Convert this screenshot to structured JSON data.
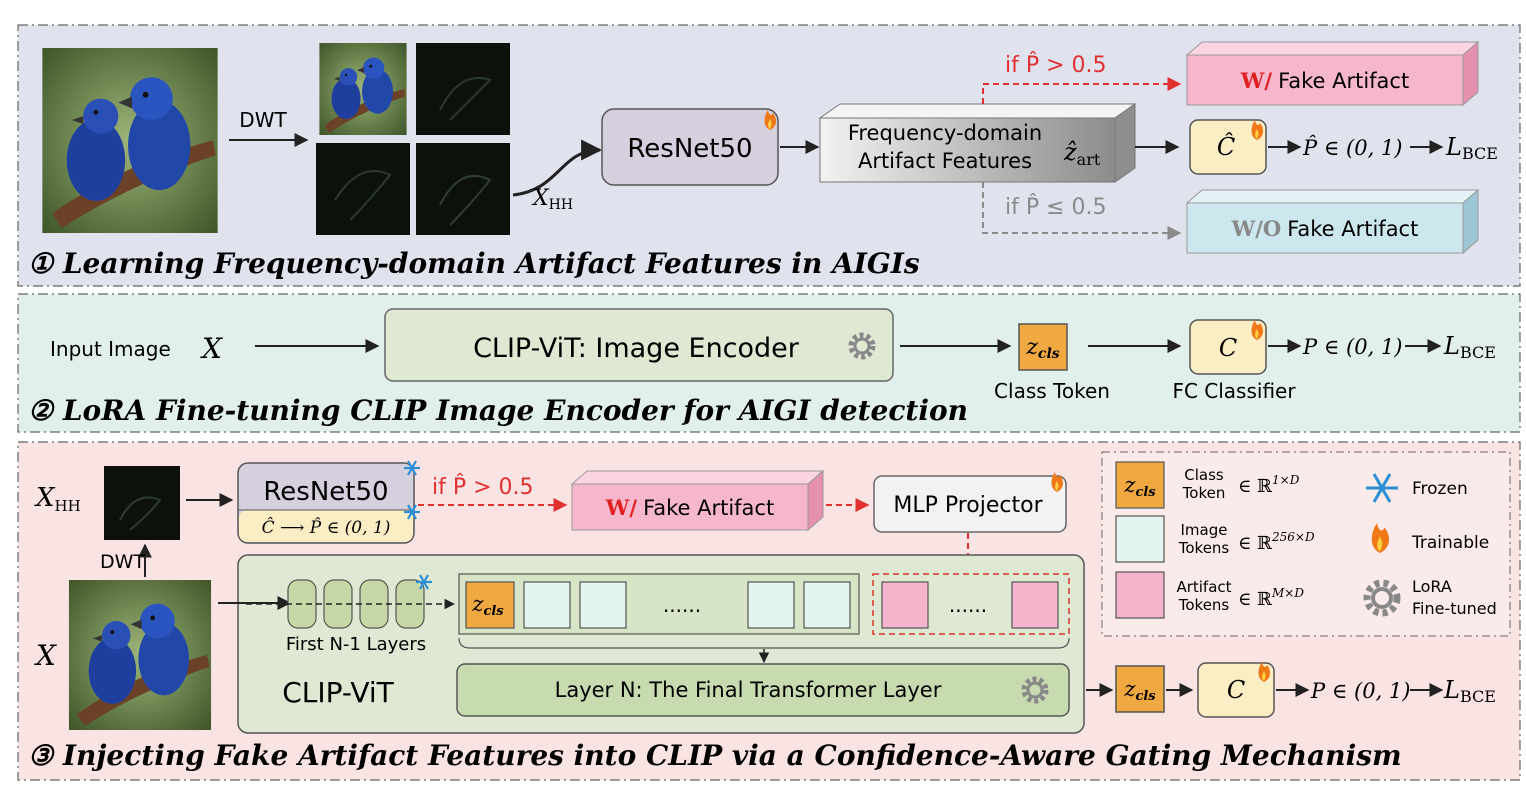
{
  "colors": {
    "panel1_bg": "#e0e2ee",
    "panel2_bg": "#e2f0ec",
    "panel3_bg": "#fae3e3",
    "resnet_fill": "#d6d0de",
    "clip_fill": "#dfe8d2",
    "classifier_fill": "#fbedc4",
    "cls_token_fill": "#f0a840",
    "image_token_fill": "#e2f4ee",
    "artifact_token_fill": "#f4b4cc",
    "fake_box_fill": "#f6b6cc",
    "nofake_box_fill": "#cde7ee",
    "gate_red": "#e03030",
    "gate_gray": "#8a8a8a"
  },
  "panel1": {
    "dwt_label": "DWT",
    "xhh_label": "X",
    "xhh_sub": "HH",
    "resnet_label": "ResNet50",
    "features_line1": "Frequency-domain",
    "features_line2": "Artifact Features",
    "z_art": "ẑ",
    "z_art_sub": "art",
    "if_high": "if P̂ > 0.5",
    "if_low": "if P̂ ≤ 0.5",
    "with_fake_prefix": "W/",
    "with_fake_label": "Fake Artifact",
    "without_fake_prefix": "W/O",
    "without_fake_label": "Fake Artifact",
    "classifier": "Ĉ",
    "output": "P̂ ∈ (0, 1)",
    "loss": "L",
    "loss_sub": "BCE",
    "title": "① Learning Frequency-domain Artifact Features in AIGIs"
  },
  "panel2": {
    "input_label": "Input Image",
    "input_var": "X",
    "encoder_label": "CLIP-ViT: Image Encoder",
    "cls_token": "z",
    "cls_sub": "cls",
    "class_token_label": "Class Token",
    "classifier": "C",
    "fc_label": "FC Classifier",
    "output": "P ∈ (0, 1)",
    "loss": "L",
    "loss_sub": "BCE",
    "title": "② LoRA Fine-tuning CLIP Image Encoder for AIGI detection"
  },
  "panel3": {
    "xhh_label": "X",
    "xhh_sub": "HH",
    "dwt_label": "DWT",
    "x_label": "X",
    "resnet_label": "ResNet50",
    "resnet_sub": "Ĉ ⟶ P̂ ∈ (0, 1)",
    "if_high": "if P̂ > 0.5",
    "fake_prefix": "W/",
    "fake_label": "Fake Artifact",
    "mlp_label": "MLP Projector",
    "first_layers": "First N-1 Layers",
    "dots": "......",
    "clip_vit": "CLIP-ViT",
    "layer_n": "Layer N: The Final Transformer Layer",
    "cls_token": "z",
    "cls_sub": "cls",
    "classifier": "C",
    "output": "P ∈ (0, 1)",
    "loss": "L",
    "loss_sub": "BCE",
    "title": "③ Injecting Fake Artifact Features into CLIP  via a Confidence-Aware Gating Mechanism"
  },
  "legend": {
    "cls_sym": "z",
    "cls_sub": "cls",
    "class_line1": "Class",
    "class_line2": "Token",
    "class_dim": "∈ ℝ",
    "class_dim_sup": "1×D",
    "image_line1": "Image",
    "image_line2": "Tokens",
    "image_dim": "∈ ℝ",
    "image_dim_sup": "256×D",
    "artifact_line1": "Artifact",
    "artifact_line2": "Tokens",
    "artifact_dim": "∈ ℝ",
    "artifact_dim_sup": "M×D",
    "frozen": "Frozen",
    "trainable": "Trainable",
    "lora_line1": "LoRA",
    "lora_line2": "Fine-tuned"
  }
}
